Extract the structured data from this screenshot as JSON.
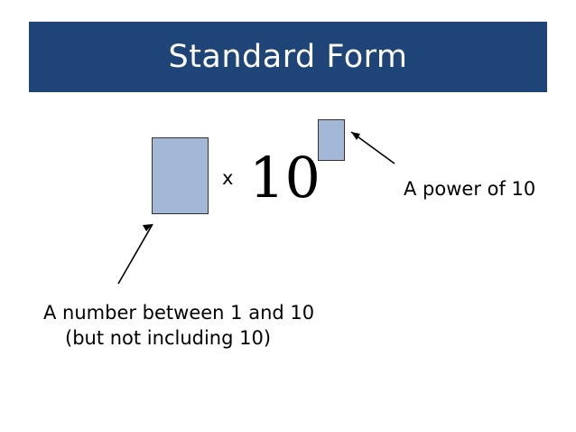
{
  "slide": {
    "title": "Standard Form",
    "formula": {
      "multiply_symbol": "x",
      "base": "10",
      "mantissa_placeholder": "",
      "exponent_placeholder": ""
    },
    "annotations": {
      "power_label": "A power of 10",
      "number_label_line1": "A number between 1 and 10",
      "number_label_line2": "(but not including 10)"
    },
    "colors": {
      "banner": "#1F4477",
      "banner_text": "#FFFFFF",
      "box_fill": "#A3B8D7",
      "box_border": "#333333",
      "body_text": "#000000",
      "background": "#FFFFFF"
    }
  }
}
